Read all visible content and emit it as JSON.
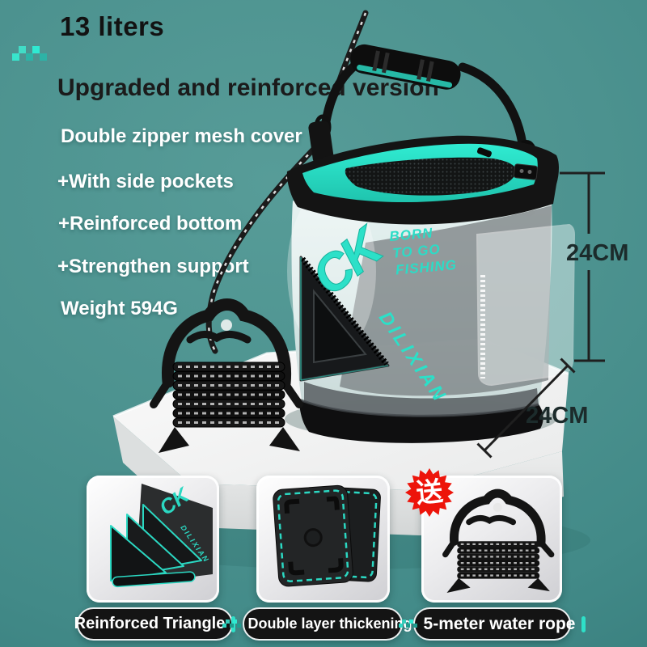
{
  "colors": {
    "background_teal": "#4a918e",
    "accent_teal": "#2ee0c8",
    "badge_red": "#ed140a"
  },
  "header": {
    "capacity": "13 liters",
    "title": "Upgraded and reinforced version"
  },
  "features": [
    "Double zipper mesh cover",
    "+With side pockets",
    "+Reinforced bottom",
    "+Strengthen support",
    "Weight 594G"
  ],
  "dimensions": {
    "height": "24CM",
    "width": "24CM"
  },
  "product": {
    "logo": "CK",
    "brand": "DILIXIAN",
    "slogan": [
      "BORN",
      "TO GO",
      "FISHING"
    ]
  },
  "badge": {
    "text": "送"
  },
  "cards": [
    {
      "label": "Reinforced Triangle"
    },
    {
      "label": "Double layer thickening"
    },
    {
      "label": "5-meter water rope"
    }
  ]
}
